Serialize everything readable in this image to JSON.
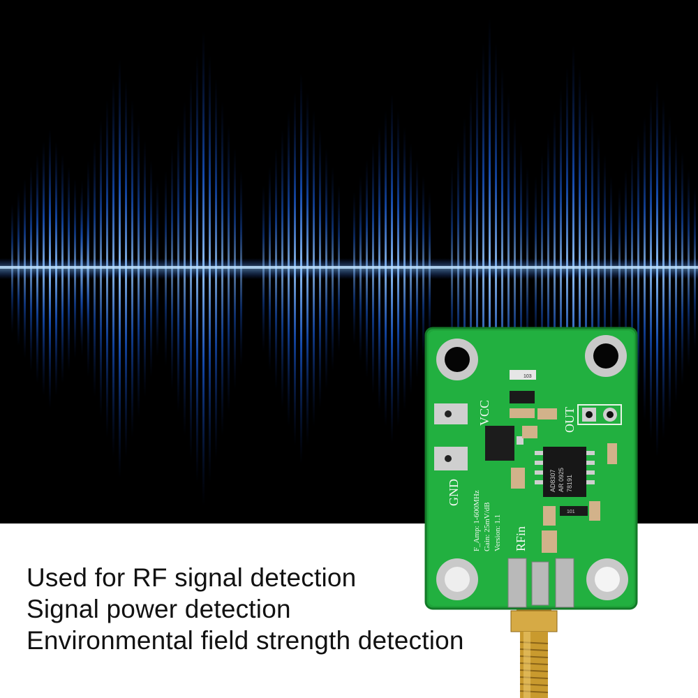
{
  "features": [
    "Used for RF signal detection",
    "Signal power detection",
    "Environmental field strength detection"
  ],
  "board": {
    "pin_vcc": "VCC",
    "pin_gnd": "GND",
    "pin_out": "OUT",
    "pin_rfin": "RFin",
    "spec_freq": "F_Amp: 1-600MHz",
    "spec_gain": "Gain: 25mV/dB",
    "spec_version": "Version: 1.1",
    "chip_line1": "AD8307",
    "chip_line2": "AR 0925",
    "chip_line3": "78191",
    "resistor_top": "103",
    "resistor_bottom": "101"
  },
  "colors": {
    "background": "#000000",
    "wave": "#1e78ff",
    "wave_core": "#cfe6ff",
    "pcb": "#1fa43a",
    "connector": "#c99a2e"
  }
}
